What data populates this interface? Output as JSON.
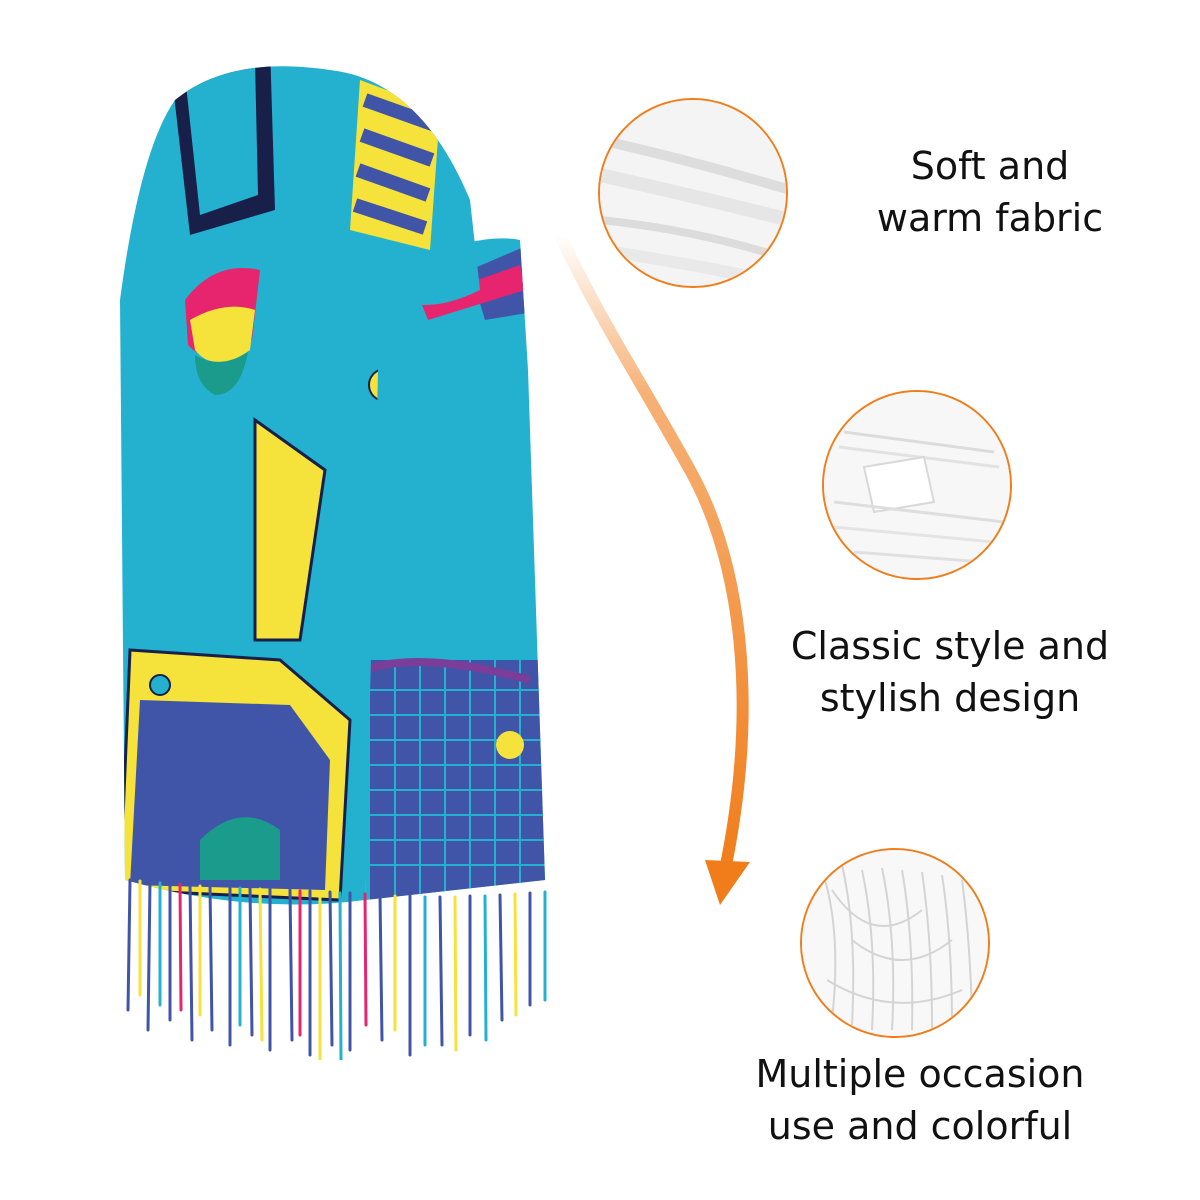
{
  "colors": {
    "accent_orange": "#f07d1a",
    "scarf_turquoise": "#24b1cf",
    "scarf_royal_blue": "#4054a8",
    "scarf_yellow": "#f5e23a",
    "scarf_pink": "#e6256e",
    "scarf_purple": "#7b3d9a",
    "scarf_navy": "#18204a",
    "fabric_white": "#f6f6f6"
  },
  "product": {
    "name": "scarf-product-image",
    "fringe_icon": "tassel-fringe"
  },
  "features": [
    {
      "icon": "soft-fabric-closeup",
      "line1": "Soft and",
      "line2": "warm fabric"
    },
    {
      "icon": "folded-fabric-closeup",
      "line1": "Classic style and",
      "line2": "stylish design"
    },
    {
      "icon": "tassel-fringe-closeup",
      "line1": "Multiple occasion",
      "line2": "use and colorful"
    }
  ],
  "decor": {
    "arrow_icon": "curved-arrow-down-icon"
  }
}
